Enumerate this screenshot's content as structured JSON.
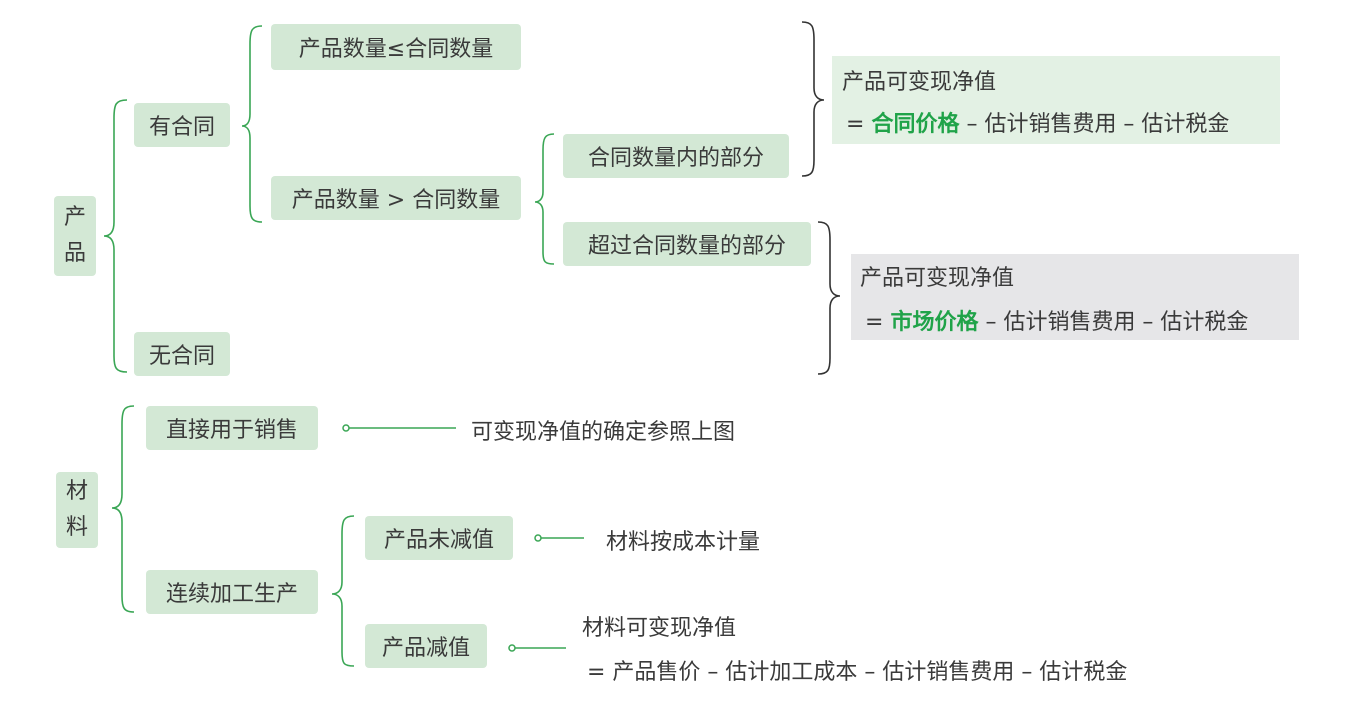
{
  "colors": {
    "box_fill": "#d3e8d5",
    "green_accent": "#20a349",
    "green_line": "#3aa655",
    "gray_panel": "#e6e6e8",
    "green_panel": "#e3f1e4",
    "text": "#3a3a3a",
    "brace": "#333333"
  },
  "product": {
    "root": [
      "产",
      "品"
    ],
    "has_contract": "有合同",
    "no_contract": "无合同",
    "qty_le": "产品数量≤合同数量",
    "qty_gt": "产品数量 > 合同数量",
    "within": "合同数量内的部分",
    "exceed": "超过合同数量的部分",
    "formula_contract": {
      "line1": "产品可变现净值",
      "prefix": "= ",
      "highlight": "合同价格",
      "rest": " – 估计销售费用 – 估计税金"
    },
    "formula_market": {
      "line1": "产品可变现净值",
      "prefix": "= ",
      "highlight": "市场价格",
      "rest": " – 估计销售费用 – 估计税金"
    }
  },
  "material": {
    "root": [
      "材",
      "料"
    ],
    "direct_sale": "直接用于销售",
    "direct_note": "可变现净值的确定参照上图",
    "processing": "连续加工生产",
    "not_impaired": "产品未减值",
    "not_impaired_note": "材料按成本计量",
    "impaired": "产品减值",
    "impaired_line1": "材料可变现净值",
    "impaired_line2": "= 产品售价 – 估计加工成本 – 估计销售费用 – 估计税金"
  }
}
